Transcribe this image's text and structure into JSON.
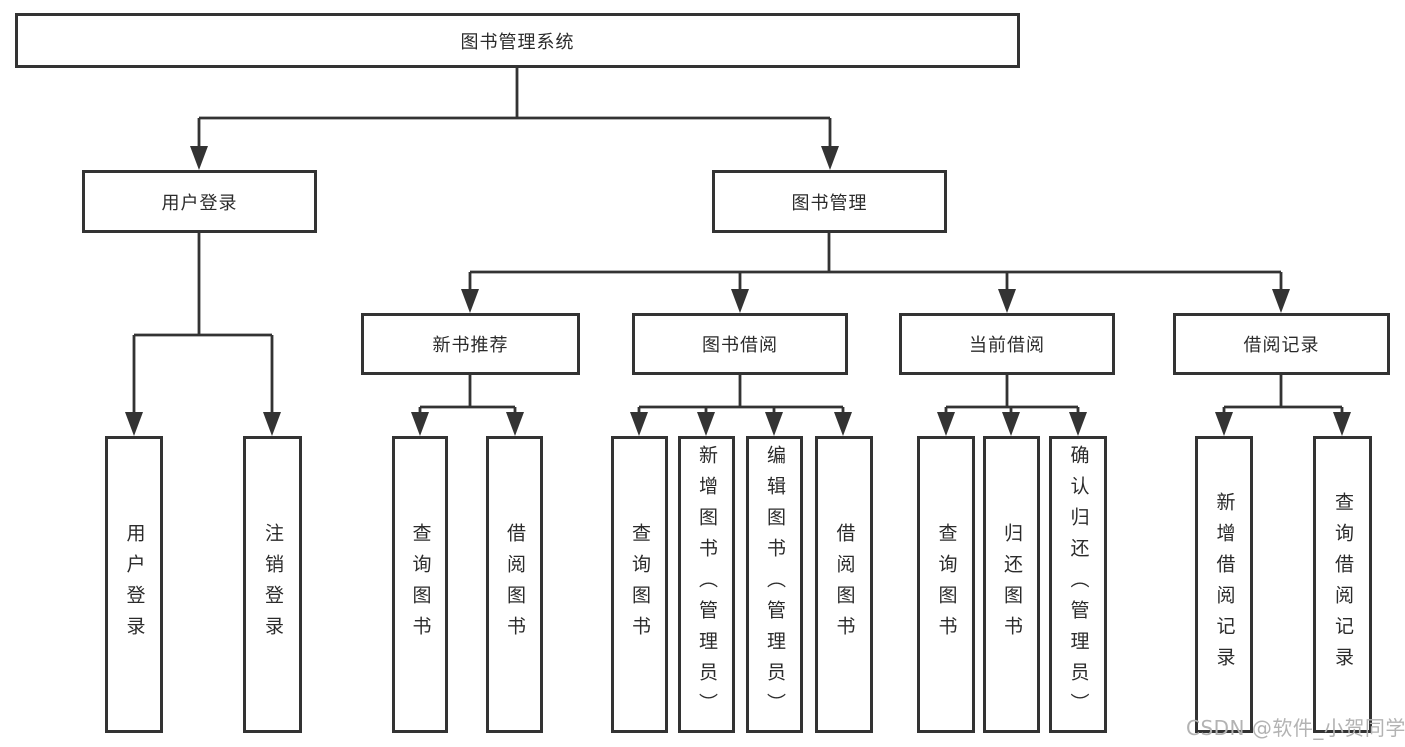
{
  "diagram_type": "hierarchy-flowchart",
  "tree": {
    "label": "图书管理系统",
    "children": [
      {
        "label": "用户登录",
        "children": [
          {
            "label": "用户登录"
          },
          {
            "label": "注销登录"
          }
        ]
      },
      {
        "label": "图书管理",
        "children": [
          {
            "label": "新书推荐",
            "children": [
              {
                "label": "查询图书"
              },
              {
                "label": "借阅图书"
              }
            ]
          },
          {
            "label": "图书借阅",
            "children": [
              {
                "label": "查询图书"
              },
              {
                "label": "新增图书（管理员）"
              },
              {
                "label": "编辑图书（管理员）"
              },
              {
                "label": "借阅图书"
              }
            ]
          },
          {
            "label": "当前借阅",
            "children": [
              {
                "label": "查询图书"
              },
              {
                "label": "归还图书"
              },
              {
                "label": "确认归还（管理员）"
              }
            ]
          },
          {
            "label": "借阅记录",
            "children": [
              {
                "label": "新增借阅记录"
              },
              {
                "label": "查询借阅记录"
              }
            ]
          }
        ]
      }
    ]
  },
  "watermark": {
    "text": "CSDN @软件_小贺同学",
    "color": "#b3b3b3"
  },
  "colors": {
    "background": "#ffffff",
    "line": "#333333",
    "box_border": "#333333",
    "text": "#2b2b2b"
  }
}
